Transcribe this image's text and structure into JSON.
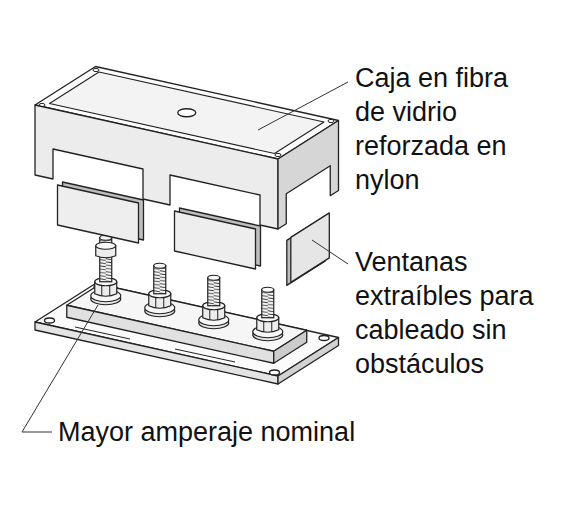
{
  "diagram": {
    "labels": [
      "Caja en fibra de vidrio reforzada en nylon",
      "Ventanas extraíbles para cableado sin obstáculos",
      "Mayor amperaje nominal"
    ]
  }
}
